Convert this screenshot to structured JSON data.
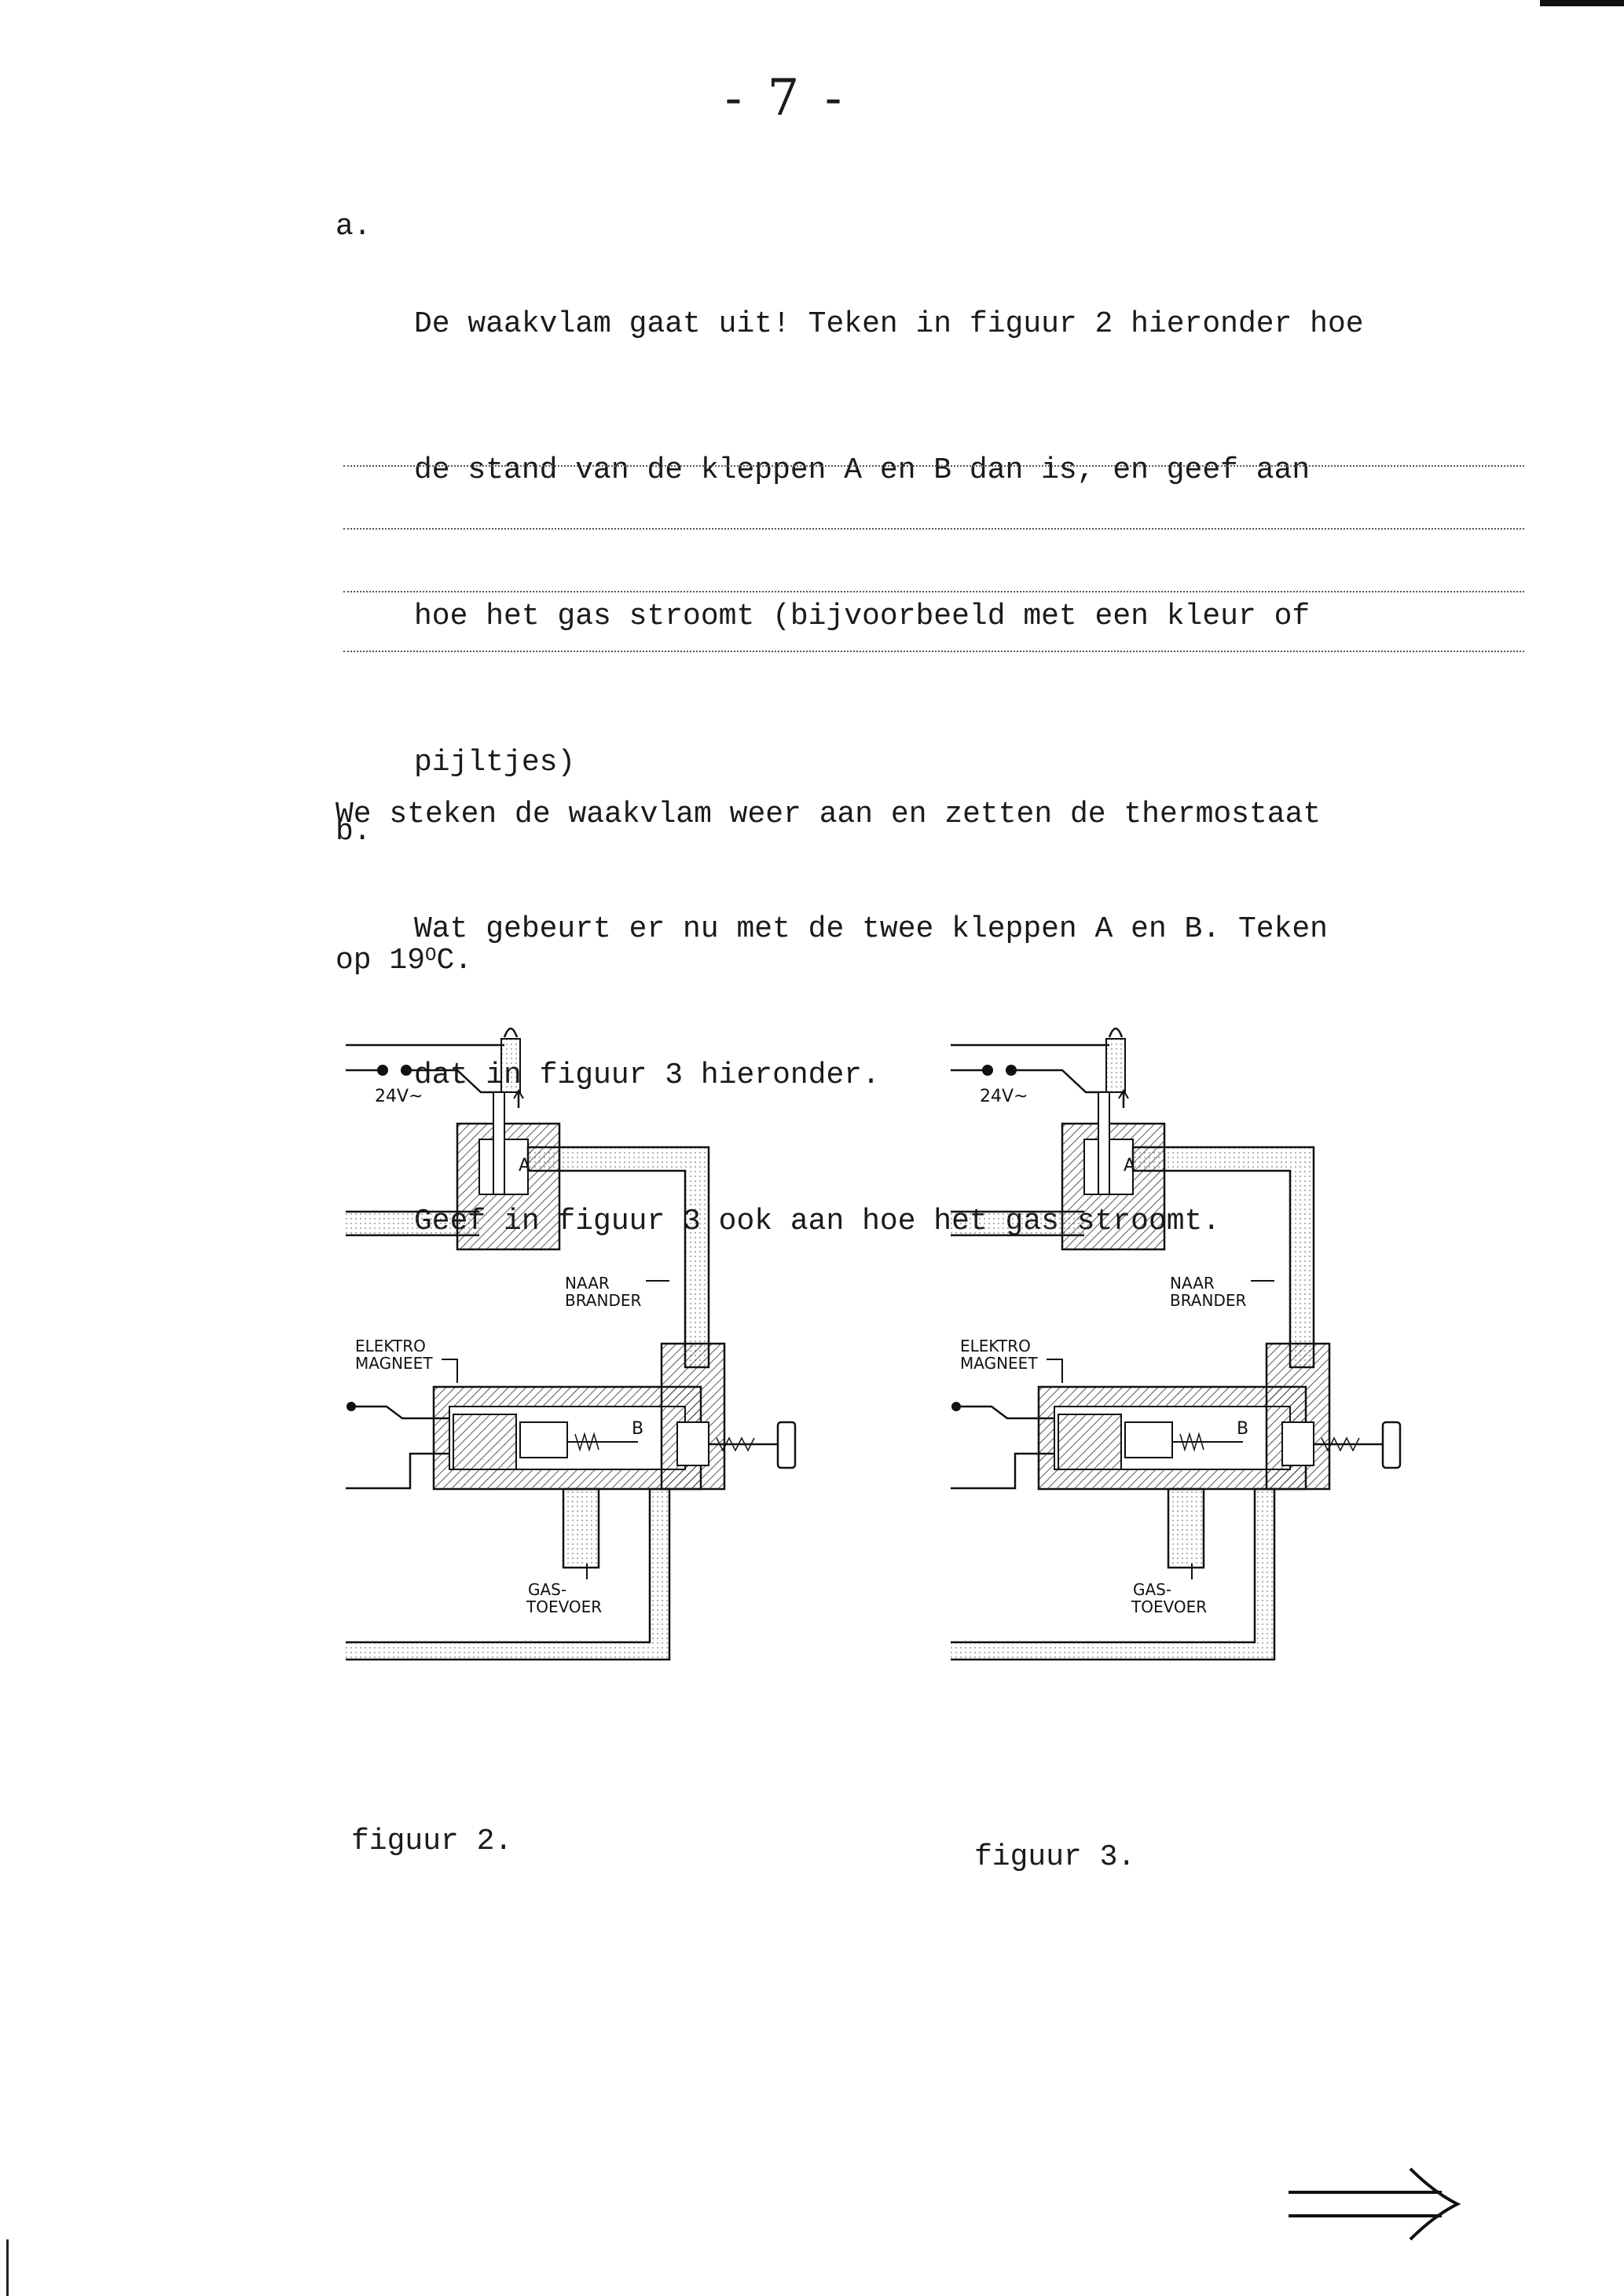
{
  "page_number": "- 7 -",
  "question_a": {
    "marker": "a.",
    "lines": [
      "De waakvlam gaat uit! Teken in figuur 2 hieronder hoe",
      "de stand van de kleppen A en B dan is, en geef aan",
      "hoe het gas stroomt (bijvoorbeeld met een kleur of",
      "pijltjes)"
    ]
  },
  "intro": {
    "line1": "We steken de waakvlam weer aan en zetten de thermostaat",
    "line2_before": "op 19",
    "line2_sup": "O",
    "line2_after": "C."
  },
  "question_b": {
    "marker": "b.",
    "lines": [
      "Wat gebeurt er nu met de twee kleppen A en B. Teken",
      "dat in figuur 3 hieronder.",
      "Geef in figuur 3 ook aan hoe het gas stroomt."
    ]
  },
  "figure_labels": {
    "voltage": "24V~",
    "valve_a": "A",
    "valve_b": "B",
    "burner": [
      "NAAR",
      "BRANDER"
    ],
    "magnet": [
      "ELEKTRO",
      "MAGNEET"
    ],
    "supply": [
      "GAS-",
      "TOEVOER"
    ]
  },
  "figure2": {
    "caption": "figuur 2."
  },
  "figure3": {
    "caption": "figuur 3."
  }
}
